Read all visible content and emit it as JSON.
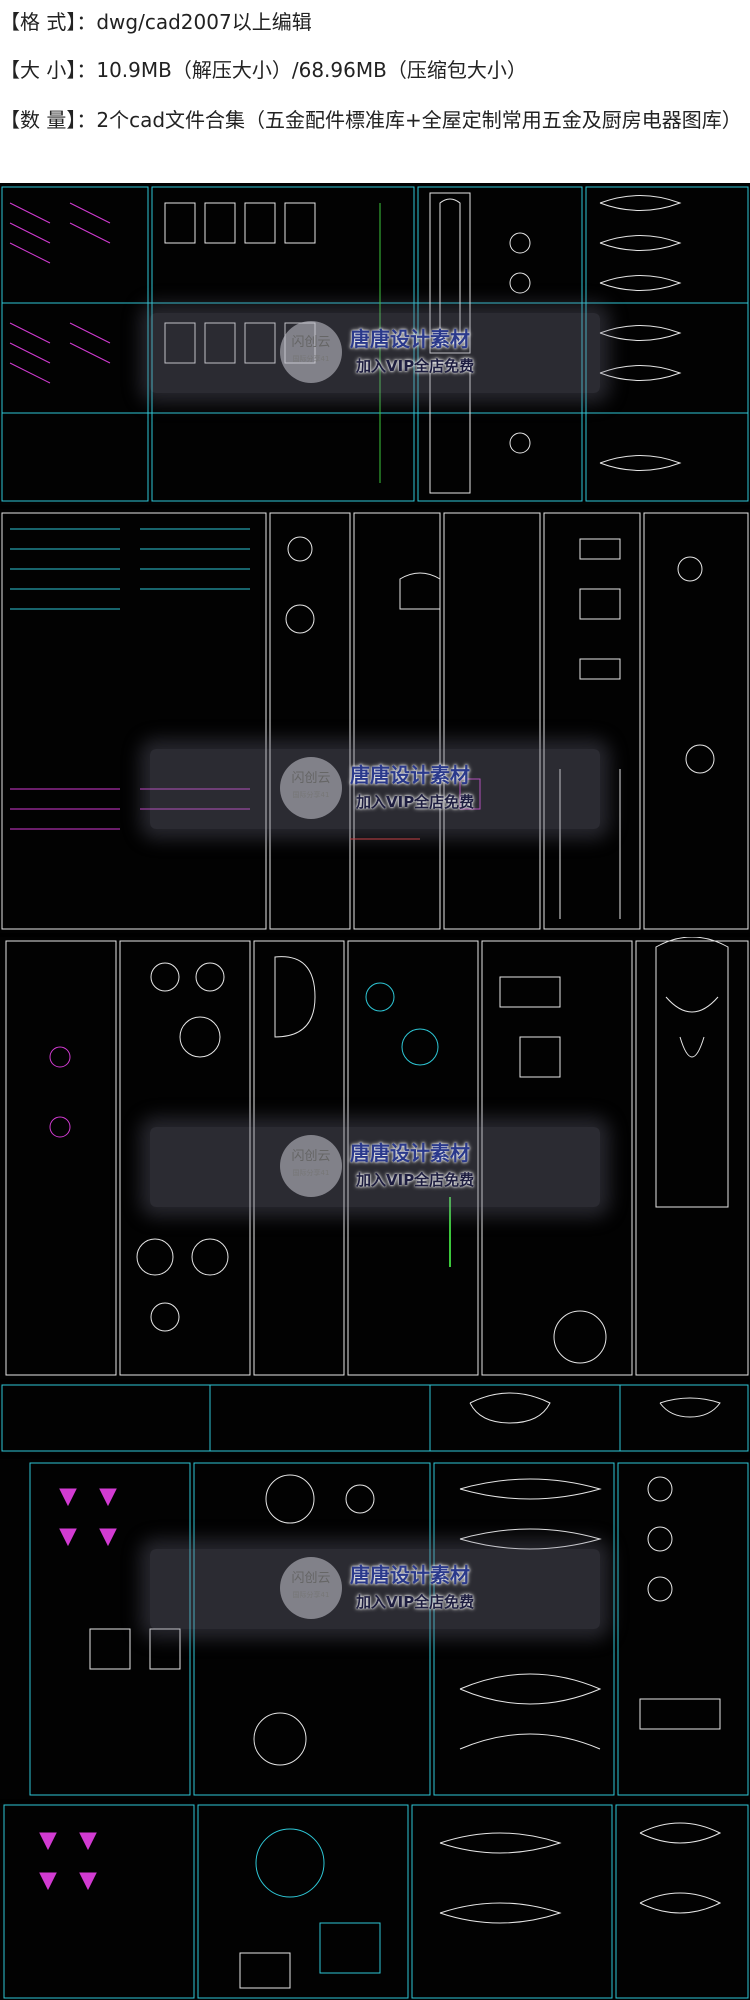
{
  "info": {
    "format_line": "【格 式】：dwg/cad2007以上编辑",
    "size_line": "【大 小】：10.9MB（解压大小）/68.96MB（压缩包大小）",
    "count_line": "【数 量】：2个cad文件合集（五金配件標准库+全屋定制常用五金及厨房电器图库）"
  },
  "watermark": {
    "logo_text": "闪创云",
    "logo_sub": "国际分享41",
    "title": "唐唐设计素材",
    "subtitle": "加入VIP全店免费"
  },
  "colors": {
    "cad_background": "#000000",
    "cad_cyan": "#2ec7d6",
    "cad_magenta": "#d23bd2",
    "cad_white": "#e6e6e6",
    "cad_green": "#3cc83c",
    "cad_red": "#d83a3a",
    "watermark_title": "#2b3a8c"
  }
}
